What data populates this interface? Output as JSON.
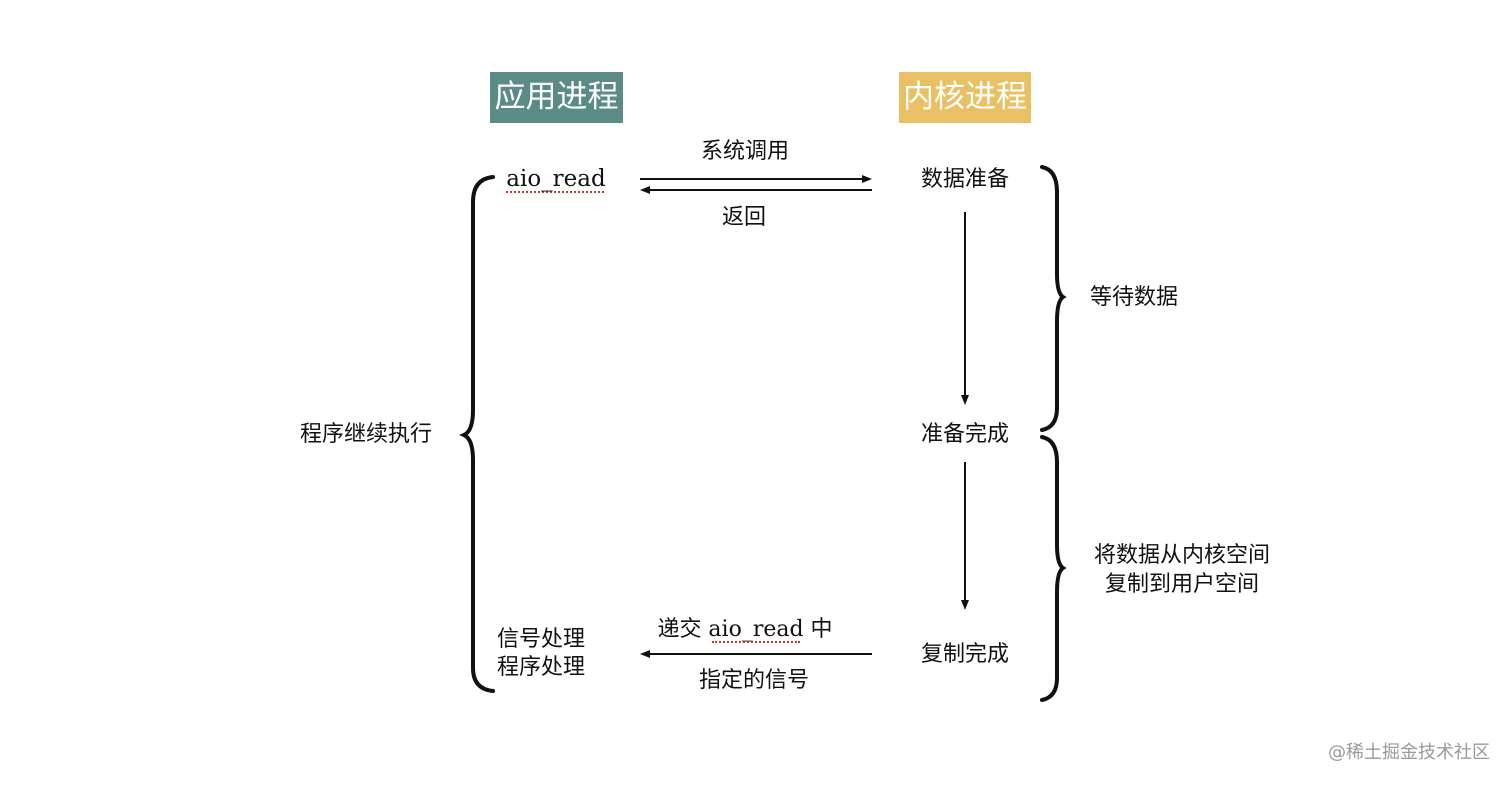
{
  "headers": {
    "app": "应用进程",
    "kernel": "内核进程"
  },
  "colors": {
    "app_header": "#5b8b86",
    "kernel_header": "#e9c063",
    "line": "#111111",
    "watermark": "#9a9a9a"
  },
  "app": {
    "call": "aio_read",
    "handler_line1": "信号处理",
    "handler_line2": "程序处理",
    "continue": "程序继续执行"
  },
  "arrows": {
    "syscall": "系统调用",
    "return": "返回",
    "signal_line1": "递交 aio_read 中",
    "signal_line2": "指定的信号"
  },
  "kernel": {
    "prepare": "数据准备",
    "ready": "准备完成",
    "copied": "复制完成"
  },
  "phases": {
    "wait": "等待数据",
    "copy_line1": "将数据从内核空间",
    "copy_line2": "复制到用户空间"
  },
  "watermark": "@稀土掘金技术社区"
}
